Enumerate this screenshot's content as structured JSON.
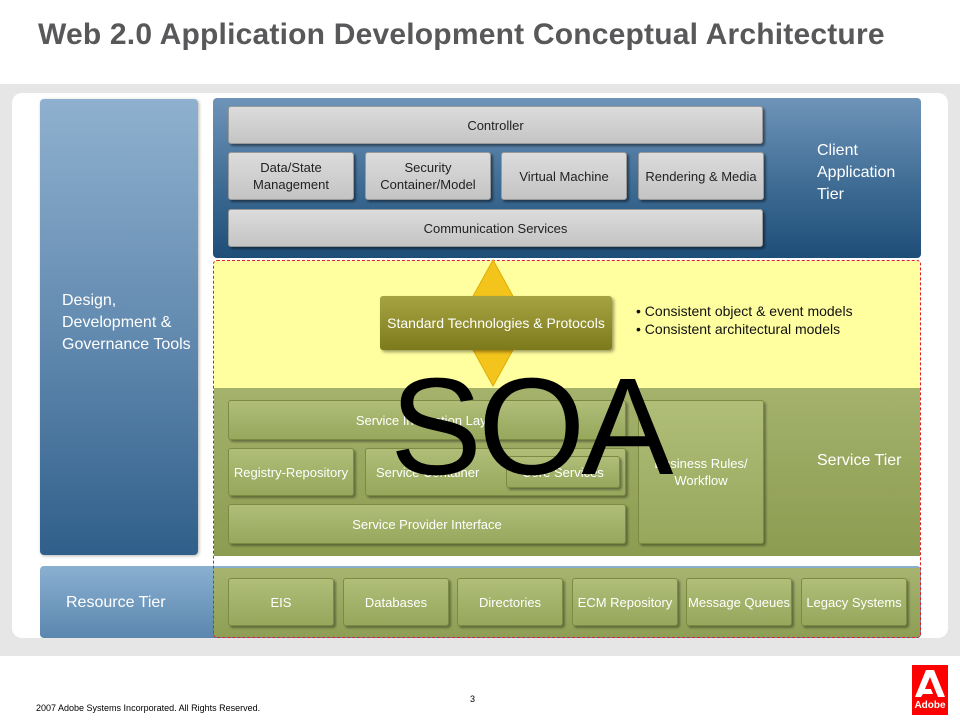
{
  "title": "Web 2.0 Application Development Conceptual Architecture",
  "design_tools": {
    "label": "Design, Development & Governance Tools"
  },
  "client_tier": {
    "label": "Client Application Tier",
    "controller": "Controller",
    "boxes": [
      "Data/State Management",
      "Security Container/Model",
      "Virtual Machine",
      "Rendering & Media"
    ],
    "communication": "Communication Services"
  },
  "standards": {
    "label": "Standard Technologies & Protocols",
    "bullets": [
      "Consistent object & event models",
      "Consistent architectural models"
    ]
  },
  "soa_label": "SOA",
  "service_tier": {
    "label": "Service Tier",
    "invocation": "Service Invocation Layer",
    "registry": "Registry-Repository",
    "container": "Service Container",
    "core_services": "Core Services",
    "business_rules": "Business Rules/ Workflow",
    "provider_interface": "Service Provider Interface"
  },
  "resource_tier": {
    "label": "Resource Tier",
    "items": [
      "EIS",
      "Databases",
      "Directories",
      "ECM Repository",
      "Message Queues",
      "Legacy Systems"
    ]
  },
  "footer": {
    "copyright": "2007 Adobe Systems Incorporated.  All Rights Reserved.",
    "page_number": "3"
  },
  "logo": {
    "text": "Adobe",
    "color": "#ff0000"
  },
  "colors": {
    "client_blue": "#3a6890",
    "service_green": "#8c9c50",
    "yellow_band": "#ffff9f",
    "standards_olive": "#7d7a1c"
  }
}
